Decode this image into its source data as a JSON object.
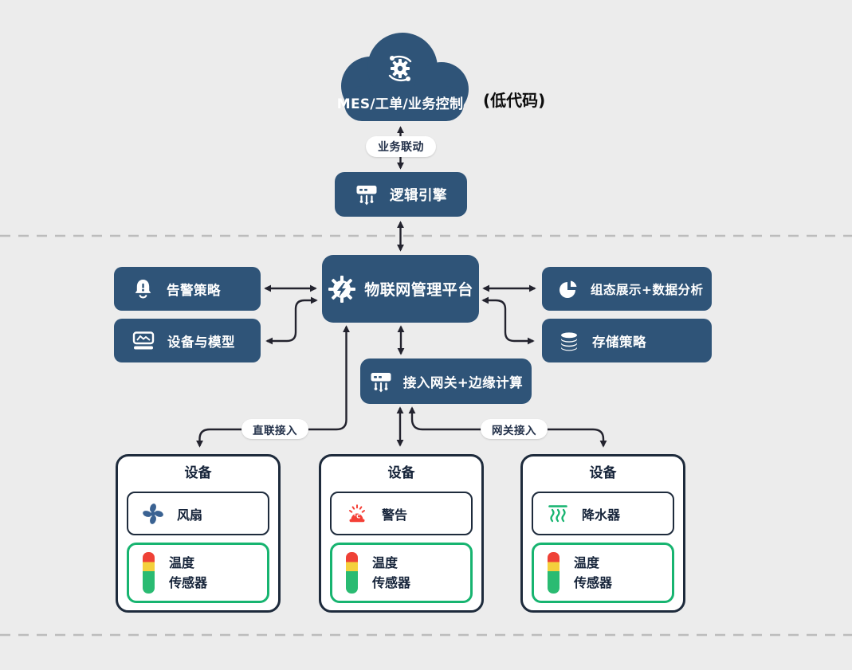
{
  "colors": {
    "canvas_bg": "#ececec",
    "node_bg": "#2F5478",
    "connector": "#23232e",
    "dashed_separator": "#bcbcbc",
    "card_border": "#1e2b3c",
    "sensor_border": "#17b470",
    "fan_icon": "#3a6292",
    "alarm_icon": "#f43f36",
    "sprinkler_icon": "#17b470",
    "traffic_red": "#ef4136",
    "traffic_yellow": "#f4d03c",
    "traffic_green": "#2abb72"
  },
  "cloud": {
    "label": "MES/工单/业务控制",
    "side_note": "(低代码)"
  },
  "link_labels": {
    "business": "业务联动",
    "direct": "直联接入",
    "gateway": "网关接入"
  },
  "nodes": {
    "logic_engine": "逻辑引擎",
    "platform": "物联网管理平台",
    "alarm_policy": "告警策略",
    "device_model": "设备与模型",
    "dashboard": "组态展示+数据分析",
    "storage": "存储策略",
    "gateway_edge": "接入网关+边缘计算"
  },
  "icons": {
    "cloud": "automation-gears-icon",
    "logic_engine": "hub-icon",
    "platform": "iot-chip-icon",
    "alarm_policy": "alert-bell-icon",
    "device_model": "device-model-icon",
    "dashboard": "pie-chart-icon",
    "storage": "database-icon",
    "gateway_edge": "hub-icon",
    "fan": "fan-icon",
    "alert": "alarm-light-icon",
    "sprinkler": "steam-waves-icon",
    "temperature_sensor": "traffic-light-icon"
  },
  "device_cards": [
    {
      "title": "设备",
      "device": "风扇",
      "sensor_l1": "温度",
      "sensor_l2": "传感器"
    },
    {
      "title": "设备",
      "device": "警告",
      "sensor_l1": "温度",
      "sensor_l2": "传感器"
    },
    {
      "title": "设备",
      "device": "降水器",
      "sensor_l1": "温度",
      "sensor_l2": "传感器"
    }
  ]
}
